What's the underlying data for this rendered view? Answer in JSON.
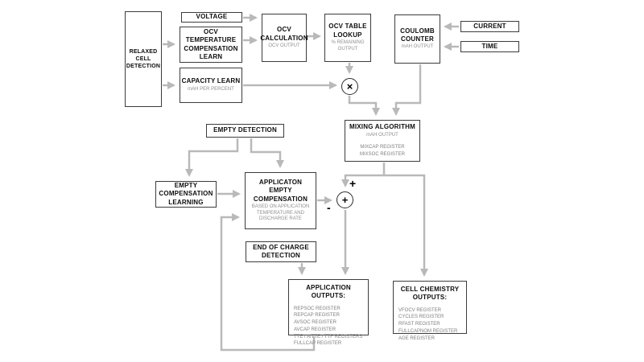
{
  "nodes": {
    "relaxed_cell_detection": {
      "title": "RELAXED\nCELL\nDETECTION"
    },
    "voltage": {
      "title": "VOLTAGE"
    },
    "ocv_temperature_compensation_learn": {
      "title": "OCV\nTEMPERATURE\nCOMPENSATION\nLEARN"
    },
    "capacity_learn": {
      "title": "CAPACITY LEARN",
      "subtitle": "mAH PER PERCENT"
    },
    "ocv_calculation": {
      "title": "OCV\nCALCULATION",
      "subtitle": "OCV OUTPUT"
    },
    "ocv_table_lookup": {
      "title": "OCV TABLE\nLOOKUP",
      "subtitle": "% REMAINING\nOUTPUT"
    },
    "coulomb_counter": {
      "title": "COULOMB\nCOUNTER",
      "subtitle": "mAH OUTPUT"
    },
    "current": {
      "title": "CURRENT"
    },
    "time": {
      "title": "TIME"
    },
    "mixing_algorithm": {
      "title": "MIXING ALGORITHM",
      "subtitle": "mAH OUTPUT",
      "registers": [
        "MIXCAP REGISTER",
        "MIXSOC REGISTER"
      ]
    },
    "empty_detection": {
      "title": "EMPTY DETECTION"
    },
    "empty_compensation_learning": {
      "title": "EMPTY\nCOMPENSATION\nLEARNING"
    },
    "application_empty_compensation": {
      "title": "APPLICATON\nEMPTY\nCOMPENSATION",
      "subtitle": "BASED ON APPLICATION\nTEMPERATURE AND\nDISCHARGE RATE"
    },
    "end_of_charge_detection": {
      "title": "END OF CHARGE\nDETECTION"
    },
    "application_outputs": {
      "title": "APPLICATION\nOUTPUTS:",
      "registers": [
        "REPSOC REGISTER",
        "REPCAP REGISTER",
        "AVSOC REGISTER",
        "AVCAP REGISTER",
        "TTE / AITTE / TTF REGISTERS",
        "FULLCAP REGISTER"
      ]
    },
    "cell_chemistry_outputs": {
      "title": "CELL CHEMISTRY\nOUTPUTS:",
      "registers": [
        "VFOCV REGISTER",
        "CYCLES REGISTER",
        "RFAST REGISTER",
        "FULLCAPNOM REGISTER",
        "AGE REGISTER"
      ]
    }
  },
  "operators": {
    "multiply": "×",
    "sum": "+",
    "plus_label": "+",
    "minus_label": "-"
  },
  "colors": {
    "wire": "#b9b9b9",
    "box_border": "#3c3c3c",
    "subtitle_text": "#8f8f8f"
  }
}
